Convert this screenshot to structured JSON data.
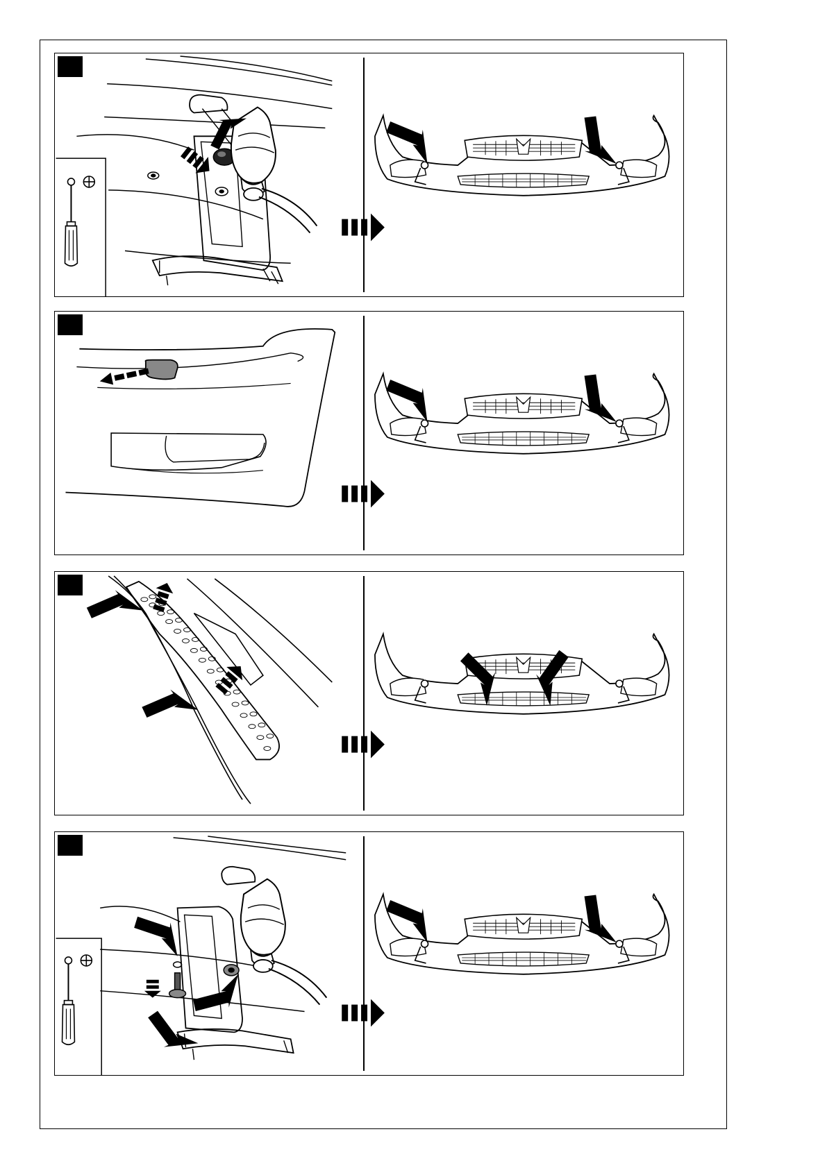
{
  "document": {
    "type": "assembly-instructions",
    "accent_color": "#000000",
    "steps": [
      {
        "badge": "",
        "left_illustration": "heat-gun-screw-removal",
        "tool_icon": "screwdriver-icon",
        "arrow_icon": "next-step-arrow-icon",
        "right_illustration": "front-bumper-side-fasteners"
      },
      {
        "badge": "",
        "left_illustration": "bumper-trim-cap-removal",
        "tool_icon": "",
        "arrow_icon": "next-step-arrow-icon",
        "right_illustration": "front-bumper-side-fasteners"
      },
      {
        "badge": "",
        "left_illustration": "grille-mesh-clip-release",
        "tool_icon": "",
        "arrow_icon": "next-step-arrow-icon",
        "right_illustration": "front-bumper-lower-grille"
      },
      {
        "badge": "",
        "left_illustration": "heat-gun-screw-refit",
        "tool_icon": "screwdriver-icon",
        "arrow_icon": "next-step-arrow-icon",
        "right_illustration": "front-bumper-side-fasteners"
      }
    ]
  }
}
